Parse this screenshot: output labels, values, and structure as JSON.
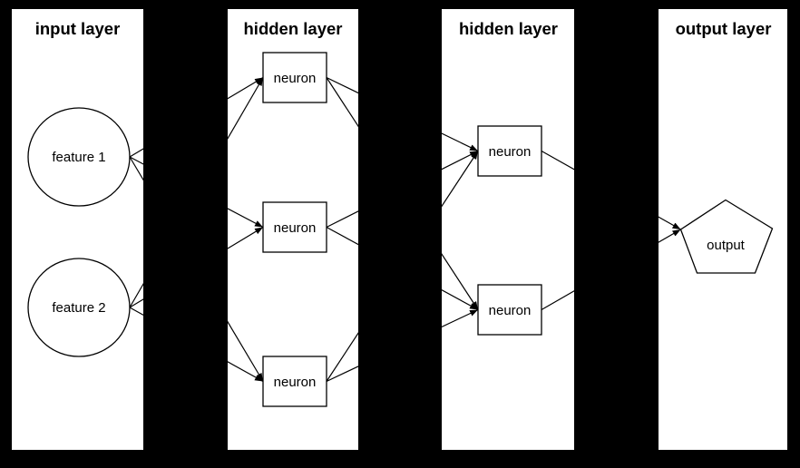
{
  "colors": {
    "background": "#000000",
    "panel": "#ffffff",
    "line": "#000000",
    "text": "#000000"
  },
  "layers": [
    {
      "id": "input",
      "title": "input layer",
      "nodes": [
        {
          "id": "f1",
          "label": "feature 1",
          "shape": "circle"
        },
        {
          "id": "f2",
          "label": "feature 2",
          "shape": "circle"
        }
      ]
    },
    {
      "id": "hidden1",
      "title": "hidden layer",
      "nodes": [
        {
          "id": "h1a",
          "label": "neuron",
          "shape": "rect"
        },
        {
          "id": "h1b",
          "label": "neuron",
          "shape": "rect"
        },
        {
          "id": "h1c",
          "label": "neuron",
          "shape": "rect"
        }
      ]
    },
    {
      "id": "hidden2",
      "title": "hidden layer",
      "nodes": [
        {
          "id": "h2a",
          "label": "neuron",
          "shape": "rect"
        },
        {
          "id": "h2b",
          "label": "neuron",
          "shape": "rect"
        }
      ]
    },
    {
      "id": "output",
      "title": "output layer",
      "nodes": [
        {
          "id": "out",
          "label": "output",
          "shape": "pentagon"
        }
      ]
    }
  ],
  "edges": [
    [
      "f1",
      "h1a"
    ],
    [
      "f1",
      "h1b"
    ],
    [
      "f1",
      "h1c"
    ],
    [
      "f2",
      "h1a"
    ],
    [
      "f2",
      "h1b"
    ],
    [
      "f2",
      "h1c"
    ],
    [
      "h1a",
      "h2a"
    ],
    [
      "h1a",
      "h2b"
    ],
    [
      "h1b",
      "h2a"
    ],
    [
      "h1b",
      "h2b"
    ],
    [
      "h1c",
      "h2a"
    ],
    [
      "h1c",
      "h2b"
    ],
    [
      "h2a",
      "out"
    ],
    [
      "h2b",
      "out"
    ]
  ]
}
